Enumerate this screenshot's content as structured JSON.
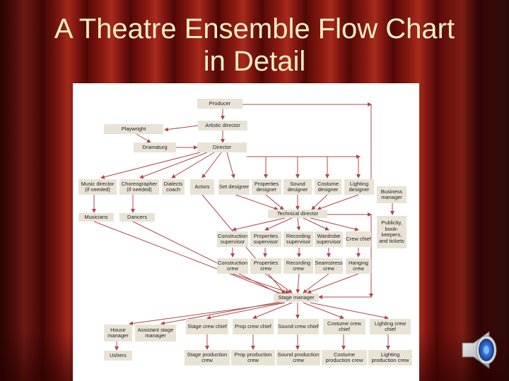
{
  "slide": {
    "title_line1": "A Theatre Ensemble Flow Chart",
    "title_line2": "in Detail"
  },
  "chart_icon": "audio-speaker-icon",
  "nodes": {
    "producer": "Producer",
    "artistic_director": "Artistic director",
    "playwright": "Playwright",
    "dramaturg": "Dramaturg",
    "director": "Director",
    "music_director": "Music director (if needed)",
    "choreographer": "Choreographer (if needed)",
    "dialects_coach": "Dialects coach",
    "actors": "Actors",
    "set_designer": "Set designer",
    "properties_designer": "Properties designer",
    "sound_designer": "Sound designer",
    "costume_designer": "Costume designer",
    "lighting_designer": "Lighting designer",
    "business_manager": "Business manager",
    "musicians": "Musicians",
    "dancers": "Dancers",
    "technical_director": "Technical director",
    "publicity": "Publicity, book-keepers, and tickets",
    "construction_supervisor": "Construction supervisor",
    "properties_supervisor": "Properties supervisor",
    "recording_supervisor": "Recording supervisor",
    "wardrobe_supervisor": "Wardrobe supervisor",
    "crew_chief": "Crew chief",
    "construction_crew": "Construction crew",
    "properties_crew": "Properties crew",
    "recording_crew": "Recording crew",
    "seamstress_crew": "Seamstress crew",
    "hanging_crew": "Hanging crew",
    "stage_manager": "Stage manager",
    "house_manager": "House manager",
    "assistant_stage_manager": "Assistant stage manager",
    "stage_crew_chief": "Stage crew chief",
    "prop_crew_chief": "Prop crew chief",
    "sound_crew_chief": "Sound crew chief",
    "costume_crew_chief": "Costume crew chief",
    "lighting_crew_chief": "Lighting crew chief",
    "ushers": "Ushers",
    "stage_production_crew": "Stage production crew",
    "prop_production_crew": "Prop production crew",
    "sound_production_crew": "Sound production crew",
    "costume_production_crew": "Costume production crew",
    "lighting_production_crew": "Lighting production crew"
  }
}
